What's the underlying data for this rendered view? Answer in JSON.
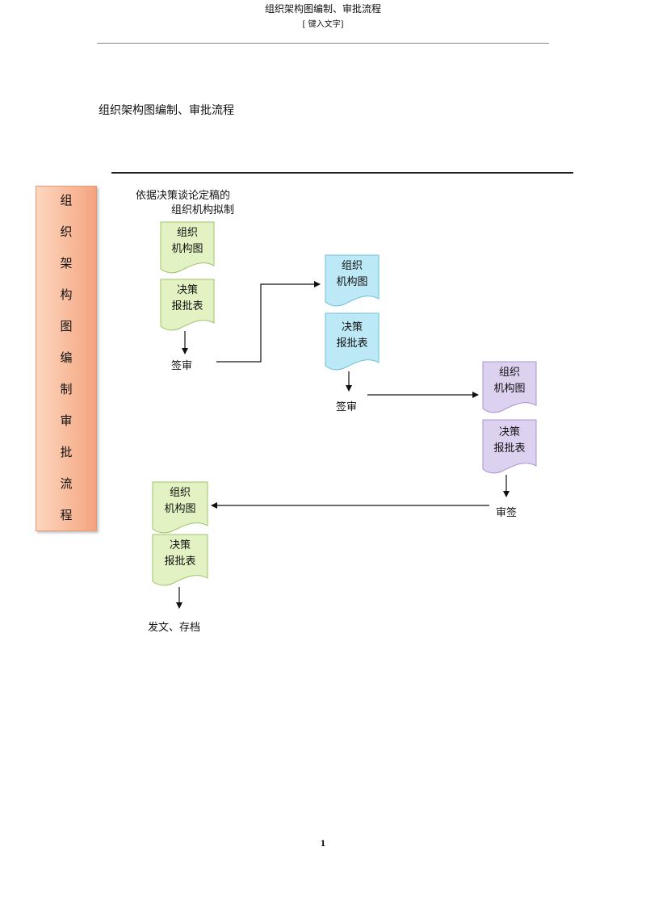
{
  "header": {
    "title": "组织架构图编制、审批流程",
    "subtitle": "[ 键入文字]"
  },
  "doc_title": "组织架构图编制、审批流程",
  "side_panel": {
    "chars": [
      "组",
      "织",
      "架",
      "构",
      "图",
      "编",
      "制",
      "审",
      "批",
      "流",
      "程"
    ]
  },
  "note": {
    "line1": "依据决策谈论定稿的",
    "line2": "组织机构拟制"
  },
  "colors": {
    "green": "#e2f2c2",
    "blue": "#bde9f7",
    "purple": "#dcd2f0",
    "orange": "#f6b08e"
  },
  "steps": [
    {
      "doc1": [
        "组织",
        "机构图"
      ],
      "doc2": [
        "决策",
        "报批表"
      ],
      "action": "签审"
    },
    {
      "doc1": [
        "组织",
        "机构图"
      ],
      "doc2": [
        "决策",
        "报批表"
      ],
      "action": "签审"
    },
    {
      "doc1": [
        "组织",
        "机构图"
      ],
      "doc2": [
        "决策",
        "报批表"
      ],
      "action": "审签"
    },
    {
      "doc1": [
        "组织",
        "机构图"
      ],
      "doc2": [
        "决策",
        "报批表"
      ],
      "action": "发文、存档"
    }
  ],
  "page_number": "1"
}
